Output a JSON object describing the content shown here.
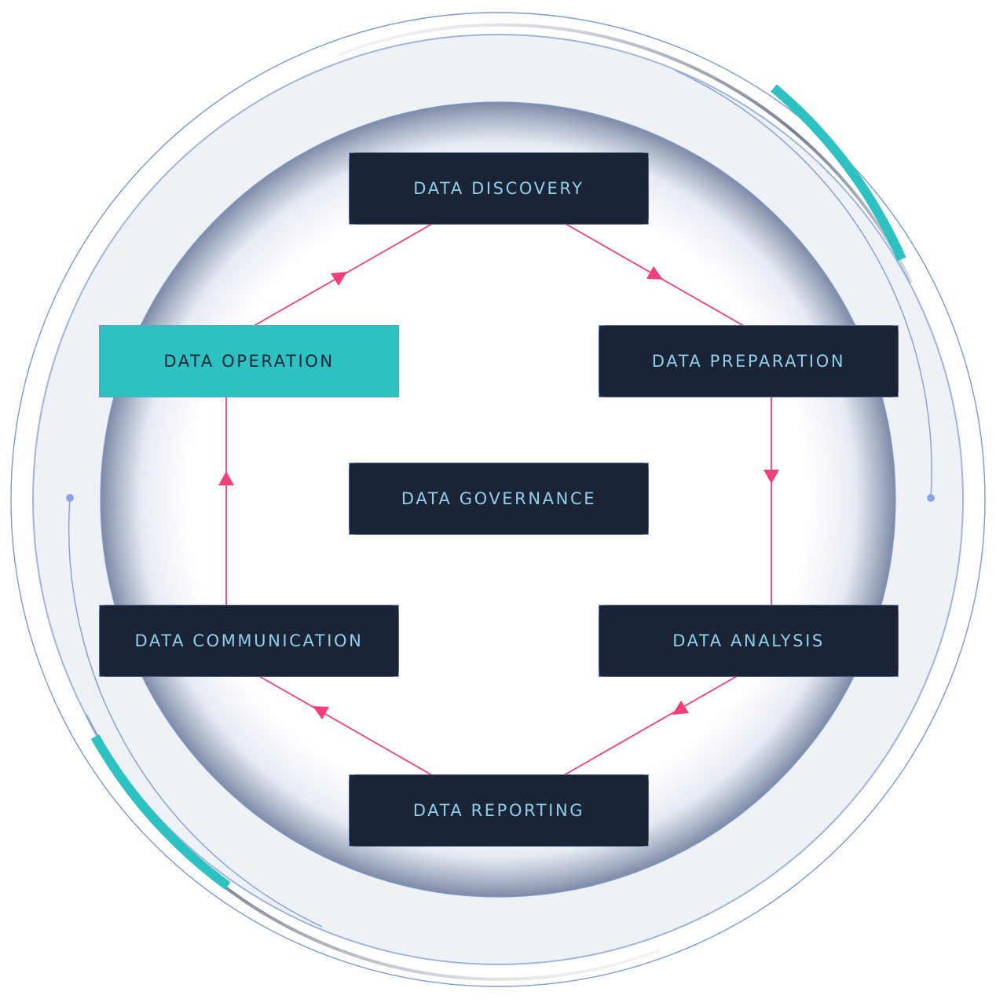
{
  "nodes": {
    "discovery": {
      "label": "DATA DISCOVERY"
    },
    "preparation": {
      "label": "DATA PREPARATION"
    },
    "analysis": {
      "label": "DATA ANALYSIS"
    },
    "reporting": {
      "label": "DATA REPORTING"
    },
    "communication": {
      "label": "DATA COMMUNICATION"
    },
    "operation": {
      "label": "DATA OPERATION"
    },
    "governance": {
      "label": "DATA GOVERNANCE"
    }
  },
  "active_node": "operation",
  "cycle_order": [
    "discovery",
    "preparation",
    "analysis",
    "reporting",
    "communication",
    "operation"
  ],
  "colors": {
    "node_dark": "#1b2336",
    "node_text": "#8fd0ea",
    "active_node": "#2ec1c1",
    "active_text": "#15223a",
    "arrow": "#f0407a",
    "ring": "#7b9ad0",
    "accent_arc": "#2ec1c1"
  }
}
